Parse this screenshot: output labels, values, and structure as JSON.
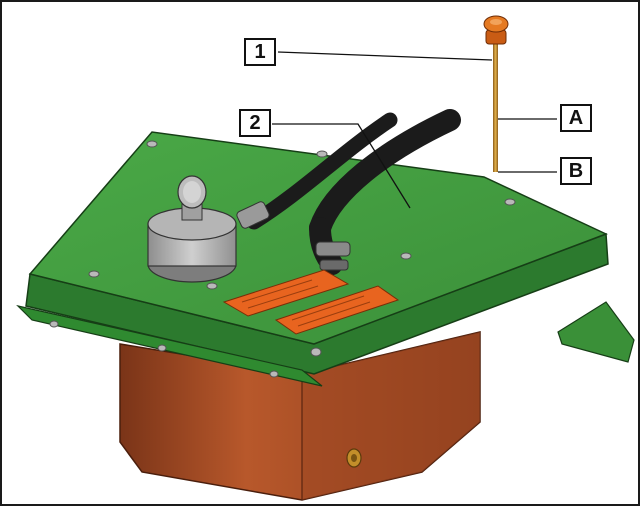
{
  "callouts": [
    {
      "id": "1",
      "label": "1"
    },
    {
      "id": "2",
      "label": "2"
    },
    {
      "id": "A",
      "label": "A"
    },
    {
      "id": "B",
      "label": "B"
    }
  ],
  "icons": {
    "dipstick": "dipstick-icon",
    "filler_cap": "filler-cap-icon",
    "hose": "hose-icon",
    "warning_labels": "warning-label-icon",
    "drain_plug": "drain-plug-icon"
  },
  "colors": {
    "cover_green": "#3f9a3c",
    "cover_green_dark": "#2c7a2e",
    "tank_orange": "#b2552a",
    "tank_orange_dark": "#8a3d1a",
    "cap_gray": "#a8a8a8",
    "dipstick_cap": "#d76a1a",
    "warning_orange": "#e8641f",
    "hose_black": "#1b1b1b"
  }
}
